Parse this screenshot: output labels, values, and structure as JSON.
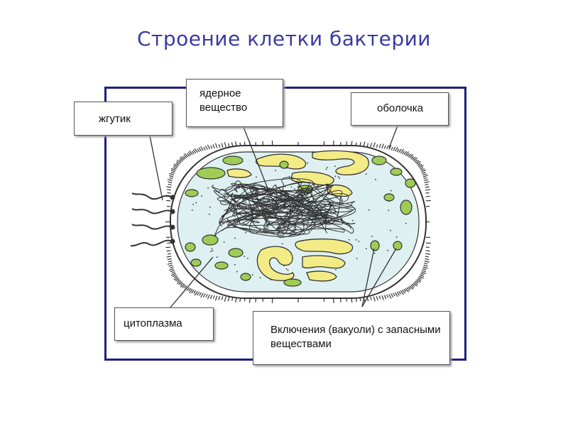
{
  "title": "Строение клетки бактерии",
  "labels": {
    "flagellum": "жгутик",
    "nuclear_substance": "ядерное\nвещество",
    "cell_wall": "оболочка",
    "cytoplasm": "цитоплазма",
    "inclusions": "Включения (вакуоли) с запасными веществами"
  },
  "colors": {
    "title": "#3a3aa0",
    "frame": "#1f1f80",
    "cytoplasm_fill": "#dff0f2",
    "inclusion_green": "#9fcc55",
    "inclusion_yellow": "#f3ec86",
    "outline": "#333333"
  }
}
